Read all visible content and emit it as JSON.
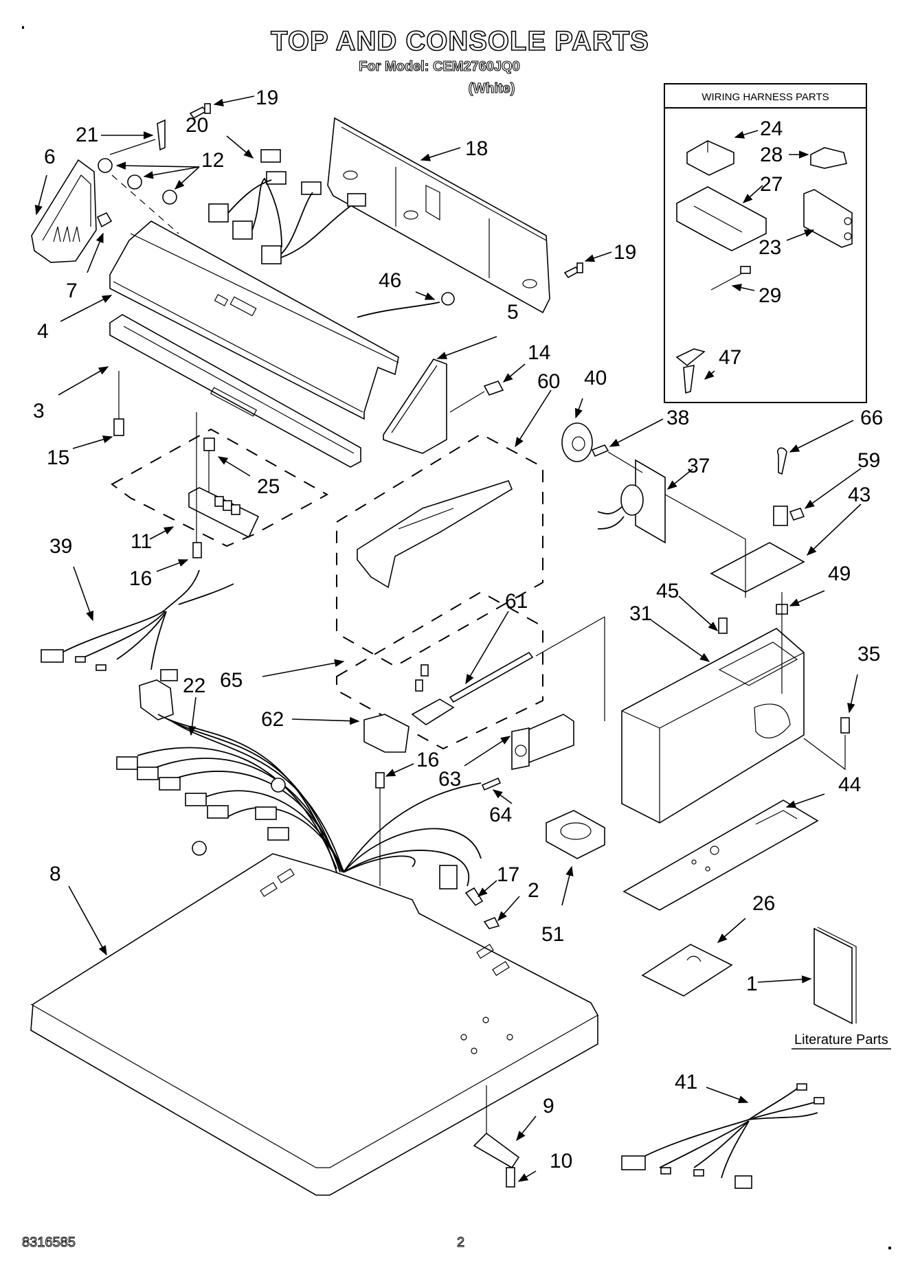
{
  "header": {
    "title": "TOP AND CONSOLE PARTS",
    "model_line": "For Model: CEM2760JQ0",
    "variant": "(White)"
  },
  "wiring_harness_box": {
    "heading": "WIRING HARNESS PARTS",
    "callouts": [
      "24",
      "28",
      "27",
      "23",
      "29",
      "47"
    ]
  },
  "literature": {
    "label": "Literature Parts",
    "callout": "1"
  },
  "callouts": {
    "c19a": "19",
    "c21": "21",
    "c20": "20",
    "c6": "6",
    "c12": "12",
    "c18": "18",
    "c7": "7",
    "c19b": "19",
    "c46": "46",
    "c4": "4",
    "c5": "5",
    "c14": "14",
    "c40": "40",
    "c60": "60",
    "c3": "3",
    "c38": "38",
    "c66": "66",
    "c37": "37",
    "c59": "59",
    "c15": "15",
    "c25": "25",
    "c43": "43",
    "c39": "39",
    "c11": "11",
    "c16a": "16",
    "c45": "45",
    "c49": "49",
    "c31": "31",
    "c61": "61",
    "c35": "35",
    "c65": "65",
    "c22": "22",
    "c62": "62",
    "c16b": "16",
    "c63": "63",
    "c44": "44",
    "c64": "64",
    "c8": "8",
    "c17": "17",
    "c2": "2",
    "c51": "51",
    "c26": "26",
    "c41": "41",
    "c9": "9",
    "c10": "10"
  },
  "footer": {
    "doc_number": "8316585",
    "page_number": "2"
  }
}
